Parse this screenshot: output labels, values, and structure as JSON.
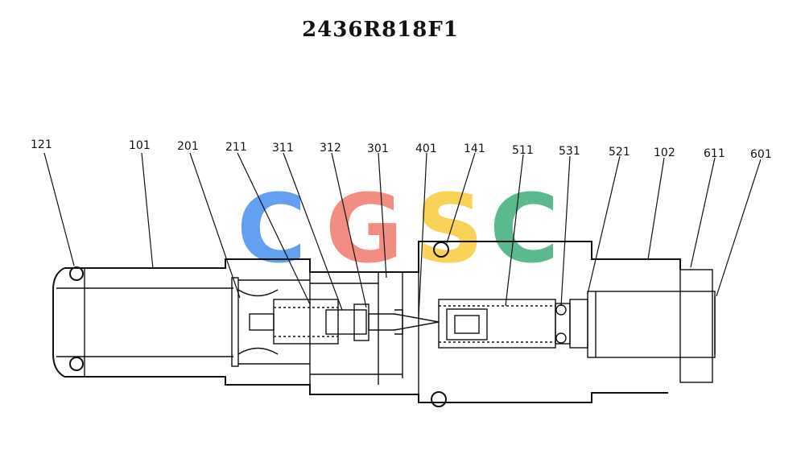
{
  "title": "2436R818F1",
  "callouts": [
    "121",
    "101",
    "201",
    "211",
    "311",
    "312",
    "301",
    "401",
    "141",
    "511",
    "531",
    "521",
    "102",
    "611",
    "601"
  ],
  "watermark": {
    "letters": [
      "C",
      "G",
      "S",
      "C"
    ],
    "colors": [
      "#4a90f0",
      "#f07a6e",
      "#f7cc3a",
      "#3fae7a"
    ]
  }
}
